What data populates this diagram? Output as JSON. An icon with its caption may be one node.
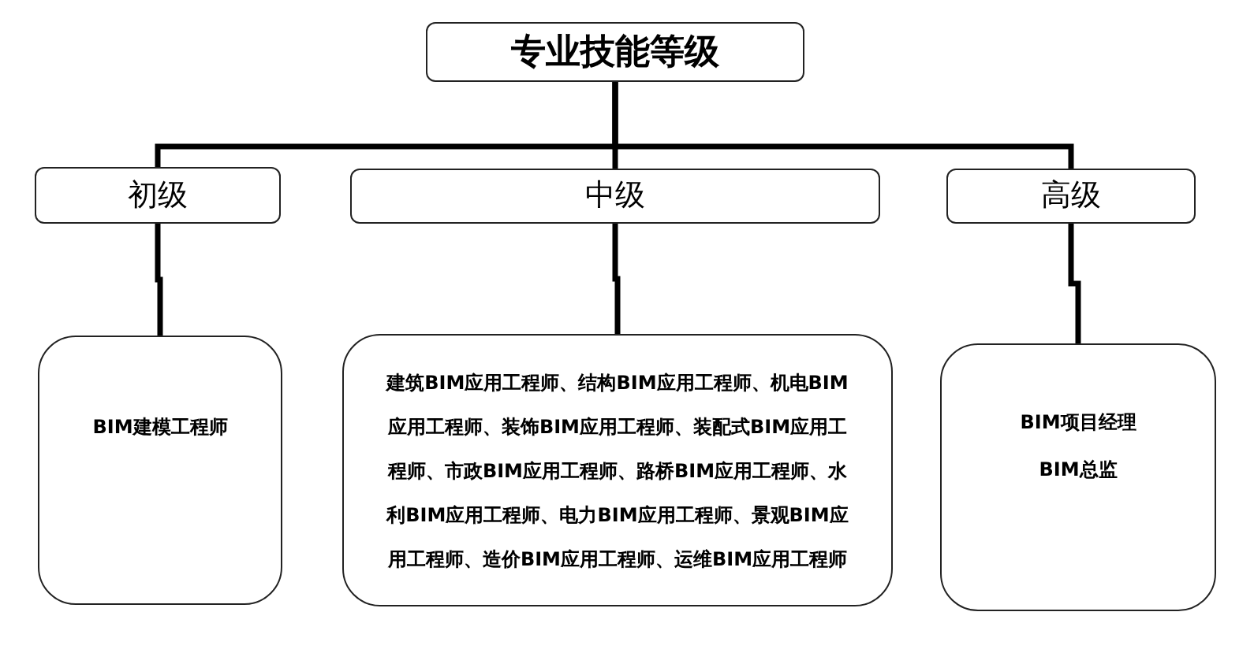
{
  "diagram": {
    "nodes": [
      {
        "text": [
          "专业技能等级"
        ]
      },
      {
        "text": [
          "初级"
        ]
      },
      {
        "text": [
          "中级"
        ]
      },
      {
        "text": [
          "高级"
        ]
      },
      {
        "text": [
          "BIM建模工程师"
        ]
      },
      {
        "text": [
          "建筑BIM应用工程师、结构BIM应用工程师、机电BIM应用工程师、装饰BIM应用工程师、装配式BIM应用工程师、市政BIM应用工程师、路桥BIM应用工程师、水利BIM应用工程师、电力BIM应用工程师、景观BIM应用工程师、造价BIM应用工程师、运维BIM应用工程师"
        ]
      },
      {
        "text": [
          "BIM项目经理",
          "BIM总监"
        ]
      }
    ],
    "edges": [
      {
        "from": 0,
        "to": 1,
        "arrow": "none"
      },
      {
        "from": 0,
        "to": 2,
        "arrow": "none"
      },
      {
        "from": 0,
        "to": 3,
        "arrow": "none"
      },
      {
        "from": 1,
        "to": 4,
        "arrow": "none"
      },
      {
        "from": 2,
        "to": 5,
        "arrow": "none"
      },
      {
        "from": 3,
        "to": 6,
        "arrow": "none"
      }
    ]
  }
}
